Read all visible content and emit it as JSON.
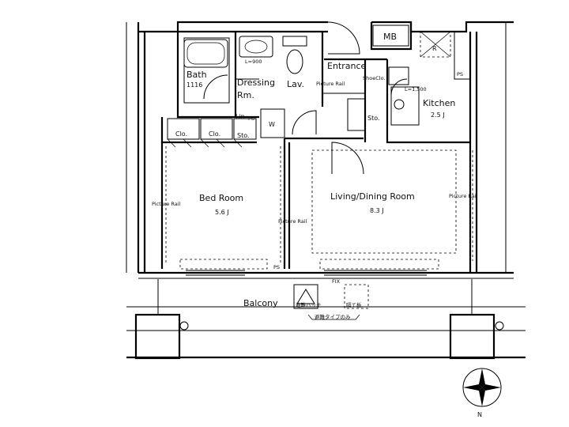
{
  "rooms": {
    "bath": "Bath",
    "bath_size": "1116",
    "dressing": "Dressing",
    "dressing_2": "Rm.",
    "lav": "Lav.",
    "entrance": "Entrance",
    "kitchen": "Kitchen",
    "kitchen_size": "2.5 J",
    "bedroom": "Bed Room",
    "bedroom_size": "5.6 J",
    "living": "Living/Dining Room",
    "living_size": "8.3 J",
    "balcony": "Balcony"
  },
  "labels": {
    "mb": "MB",
    "shoe": "ShoeClo.",
    "sto_entry": "Sto.",
    "sto_bed": "Sto.",
    "clo_1": "Clo.",
    "clo_2": "Clo.",
    "lin": "Lin",
    "ps_lin": "PS",
    "ps_kitchen": "PS",
    "ps_bed": "PS",
    "l900": "L=900",
    "l1500": "L=1,500",
    "fix": "FIX",
    "r_mark": "R",
    "picture_rail": "Picture Rail",
    "compass_n": "N",
    "balcony_note": "避難ハッチ",
    "balcony_note_2": "隔て板",
    "balcony_caption": "避難タイプのみ"
  }
}
